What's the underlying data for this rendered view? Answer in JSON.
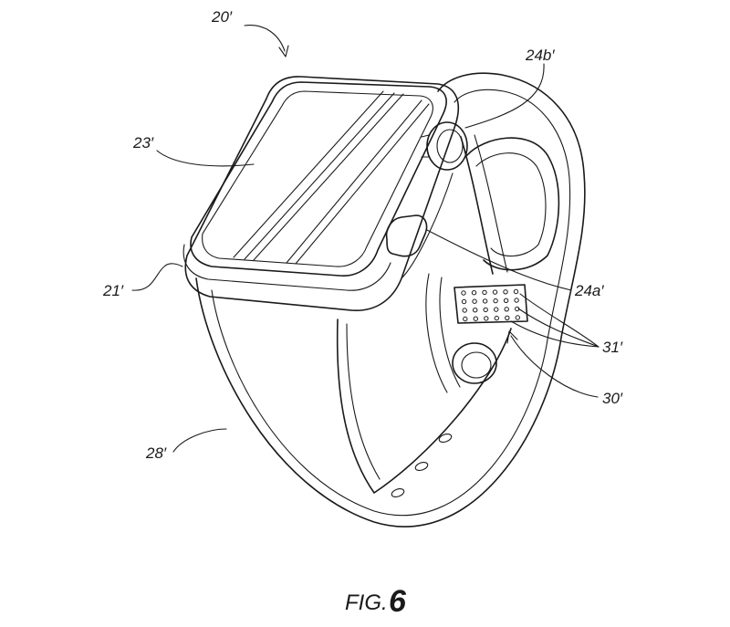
{
  "figure": {
    "caption": {
      "prefix": "FIG.",
      "number": "6"
    },
    "labels": {
      "device": "20′",
      "crown": "24b′",
      "display": "23′",
      "housing": "21′",
      "button": "24a′",
      "electrodes": "31′",
      "sensor_array": "30′",
      "band": "28′"
    }
  }
}
